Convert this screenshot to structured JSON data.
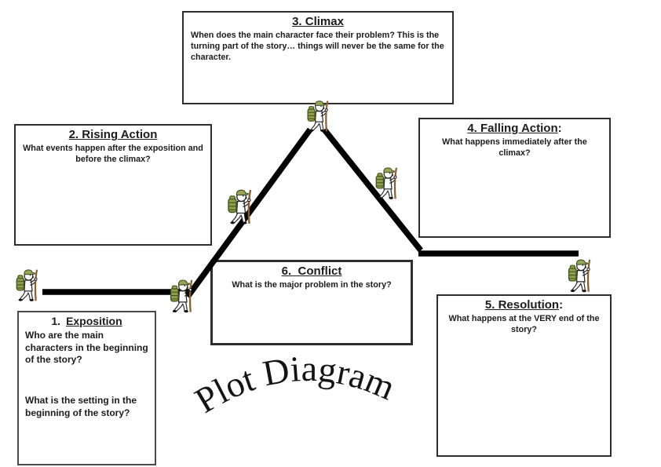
{
  "page": {
    "background": "#ffffff"
  },
  "arc_title": "Plot Diagram",
  "boxes": {
    "climax": {
      "title": "3. Climax",
      "suffix": "",
      "body": "When does the main character face their problem? This is the turning part of the story… things will never be the same for the character."
    },
    "rising_action": {
      "title": "2. Rising Action",
      "suffix": "",
      "body": "What events happen after the exposition and before the climax?"
    },
    "falling_action": {
      "title": "4. Falling Action",
      "suffix": ":",
      "body": "What happens immediately after the climax?"
    },
    "exposition": {
      "prefix": "1.",
      "title": "Exposition",
      "body_q1": "Who are the main characters in the beginning of the story?",
      "body_q2": "What is the setting in the beginning of the story?"
    },
    "conflict": {
      "title": "6.  Conflict",
      "suffix": "",
      "body": "What is the major problem in the story?"
    },
    "resolution": {
      "title": "5. Resolution",
      "suffix": ":",
      "body": "What happens at the VERY end of the story?"
    }
  },
  "plot_line": {
    "color": "#000000"
  },
  "hiker_icon": {
    "meaning": "hiker with backpack and walking stick",
    "backpack_color": "#8f9e4b",
    "hat_color": "#98a45c",
    "stick_color": "#8a5f2f",
    "outline_color": "#222222"
  }
}
